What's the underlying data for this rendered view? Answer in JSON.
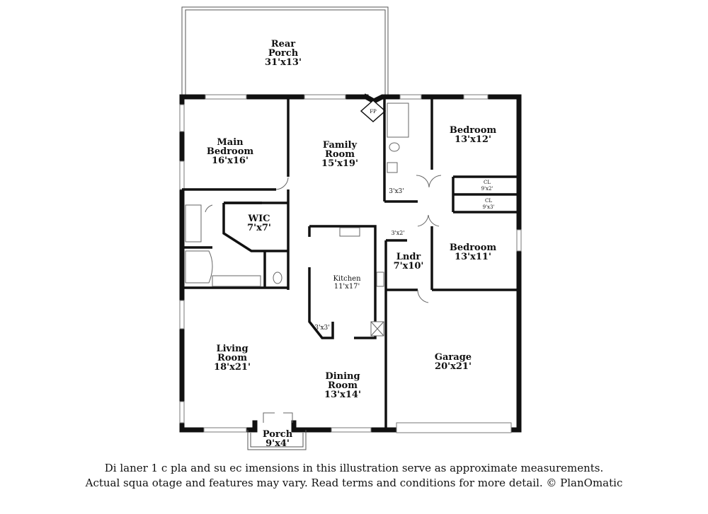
{
  "rooms": {
    "rear_porch": {
      "name_line1": "Rear",
      "name_line2": "Porch",
      "dims": "31'x13'"
    },
    "main_bedroom": {
      "name_line1": "Main",
      "name_line2": "Bedroom",
      "dims": "16'x16'"
    },
    "family_room": {
      "name_line1": "Family",
      "name_line2": "Room",
      "dims": "15'x19'"
    },
    "fireplace": {
      "label": "FP"
    },
    "bedroom_1": {
      "name": "Bedroom",
      "dims": "13'x12'"
    },
    "closet_1": {
      "name": "CL",
      "dims": "9'x2'"
    },
    "closet_2": {
      "name": "CL",
      "dims": "9'x3'"
    },
    "closet_3": {
      "dims": "3'x3'"
    },
    "closet_4": {
      "dims": "3'x2'"
    },
    "wic": {
      "name": "WIC",
      "dims": "7'x7'"
    },
    "laundry": {
      "name": "Lndr",
      "dims": "7'x10'"
    },
    "bedroom_2": {
      "name": "Bedroom",
      "dims": "13'x11'"
    },
    "kitchen": {
      "name": "Kitchen",
      "dims": "11'x17'"
    },
    "pantry": {
      "dims": "3'x3'"
    },
    "living_room": {
      "name_line1": "Living",
      "name_line2": "Room",
      "dims": "18'x21'"
    },
    "dining_room": {
      "name_line1": "Dining",
      "name_line2": "Room",
      "dims": "13'x14'"
    },
    "garage": {
      "name": "Garage",
      "dims": "20'x21'"
    },
    "porch": {
      "name": "Porch",
      "dims": "9'x4'"
    }
  },
  "disclaimer": {
    "line1": "Di  laner  1    c  pla  and su  ec  imensions in this illustration serve as approximate measurements.",
    "line2": "Actual squa   otage and features may vary. Read terms and conditions for more detail. © PlanOmatic"
  }
}
